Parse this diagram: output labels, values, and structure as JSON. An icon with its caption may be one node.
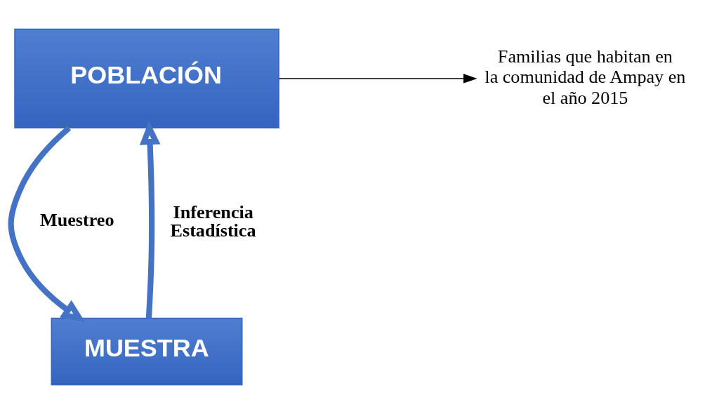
{
  "diagram": {
    "nodes": [
      {
        "text": [
          "POBLACIÓN"
        ]
      },
      {
        "text": [
          "MUESTRA"
        ]
      },
      {
        "text": [
          "Familias que habitan en la comunidad de Ampay en el año 2015"
        ]
      }
    ],
    "edges": [
      {
        "from": 0,
        "to": 2,
        "arrow": "to",
        "color": "#000000"
      },
      {
        "from": 0,
        "to": 1,
        "arrow": "to",
        "label": "Muestreo"
      },
      {
        "from": 1,
        "to": 0,
        "arrow": "to",
        "label": "Inferencia Estadística"
      }
    ]
  }
}
